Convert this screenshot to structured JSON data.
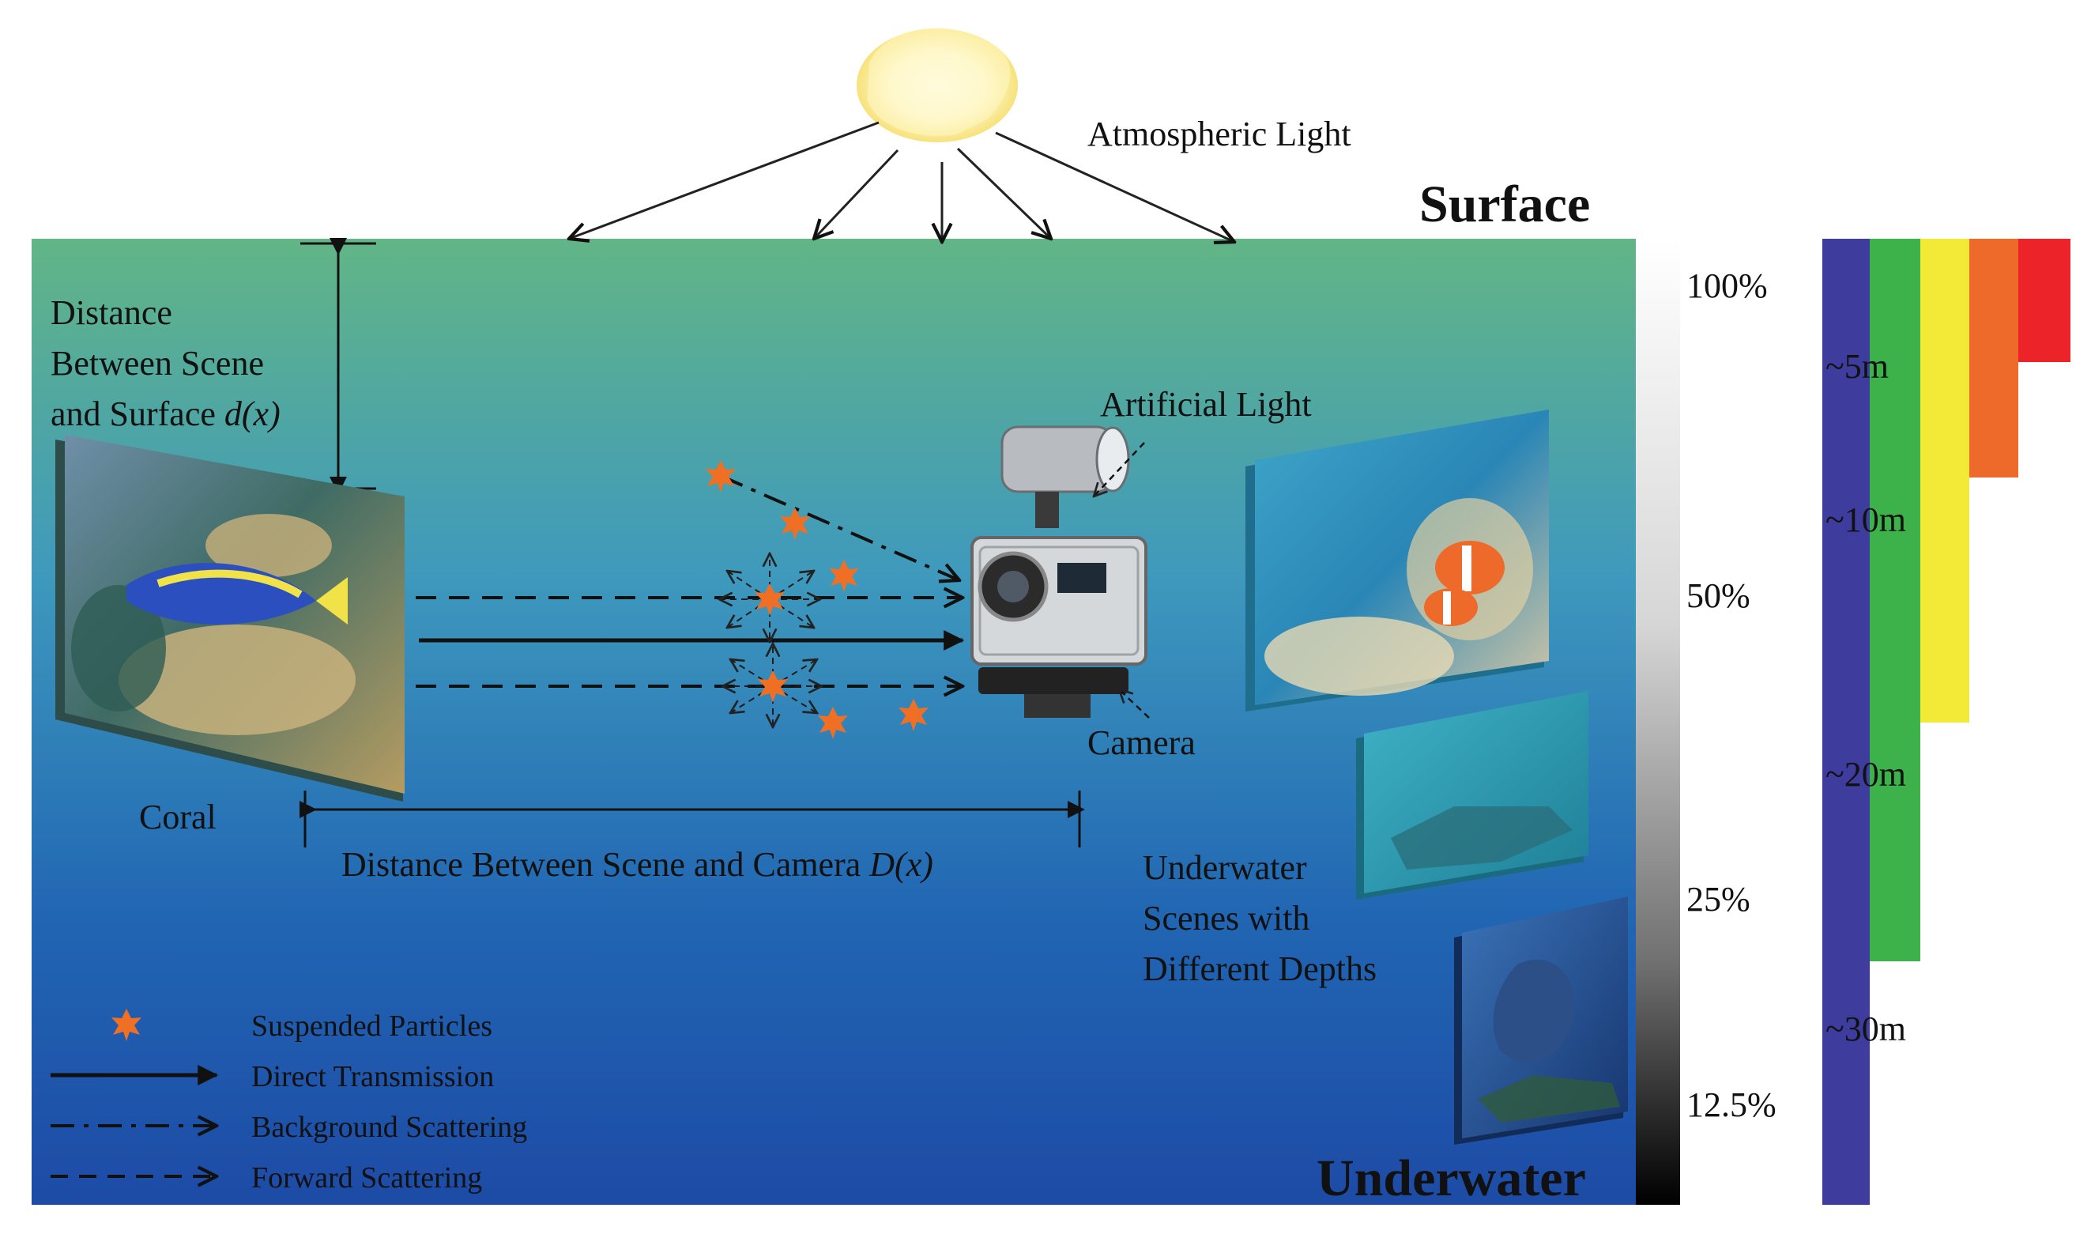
{
  "labels": {
    "atmospheric_light": "Atmospheric Light",
    "surface": "Surface",
    "underwater": "Underwater",
    "distance_surface_line1": "Distance",
    "distance_surface_line2": "Between Scene",
    "distance_surface_line3": "and Surface ",
    "distance_surface_symbol": "d(x)",
    "artificial_light": "Artificial Light",
    "camera": "Camera",
    "coral": "Coral",
    "distance_camera": "Distance Between Scene and Camera ",
    "distance_camera_symbol": "D(x)",
    "scenes_line1": "Underwater",
    "scenes_line2": "Scenes with",
    "scenes_line3": "Different Depths"
  },
  "legend": [
    {
      "style": "particle",
      "label": "Suspended Particles"
    },
    {
      "style": "solid",
      "label": "Direct Transmission"
    },
    {
      "style": "dashdot",
      "label": "Background Scattering"
    },
    {
      "style": "dashed",
      "label": "Forward Scattering"
    }
  ],
  "intensity_scale": [
    "100%",
    "50%",
    "25%",
    "12.5%"
  ],
  "depth_scale": {
    "labels": [
      "~5m",
      "~10m",
      "~20m",
      "~30m"
    ],
    "bars": [
      {
        "color": "violet",
        "hex": "#3e3c9c",
        "extent_depth": ">30m"
      },
      {
        "color": "green",
        "hex": "#3db14a",
        "extent_depth": "~30m"
      },
      {
        "color": "yellow",
        "hex": "#f2ea36",
        "extent_depth": "~20m"
      },
      {
        "color": "orange",
        "hex": "#ee6a2b",
        "extent_depth": "~10m"
      },
      {
        "color": "red",
        "hex": "#ec2329",
        "extent_depth": "~5m"
      }
    ]
  },
  "colors": {
    "water_top": "#62b586",
    "water_mid": "#3188c1",
    "water_bottom": "#1d4ba6",
    "particle": "#ef7024"
  },
  "icons": [
    "sun-icon",
    "camera-icon",
    "artificial-light-icon",
    "coral-scene-image",
    "clownfish-scene-image",
    "shipwreck-scene-image",
    "deep-wreck-scene-image"
  ]
}
